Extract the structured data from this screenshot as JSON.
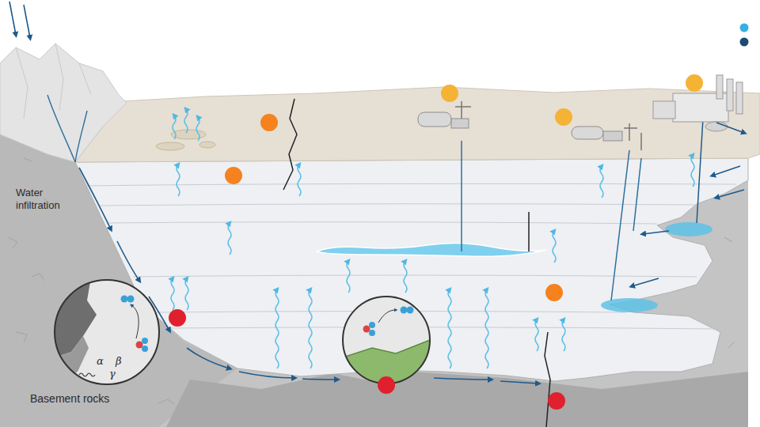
{
  "diagram": {
    "labels": [
      "Water infiltration",
      "Basement rocks",
      "α",
      "β",
      "γ"
    ]
  }
}
